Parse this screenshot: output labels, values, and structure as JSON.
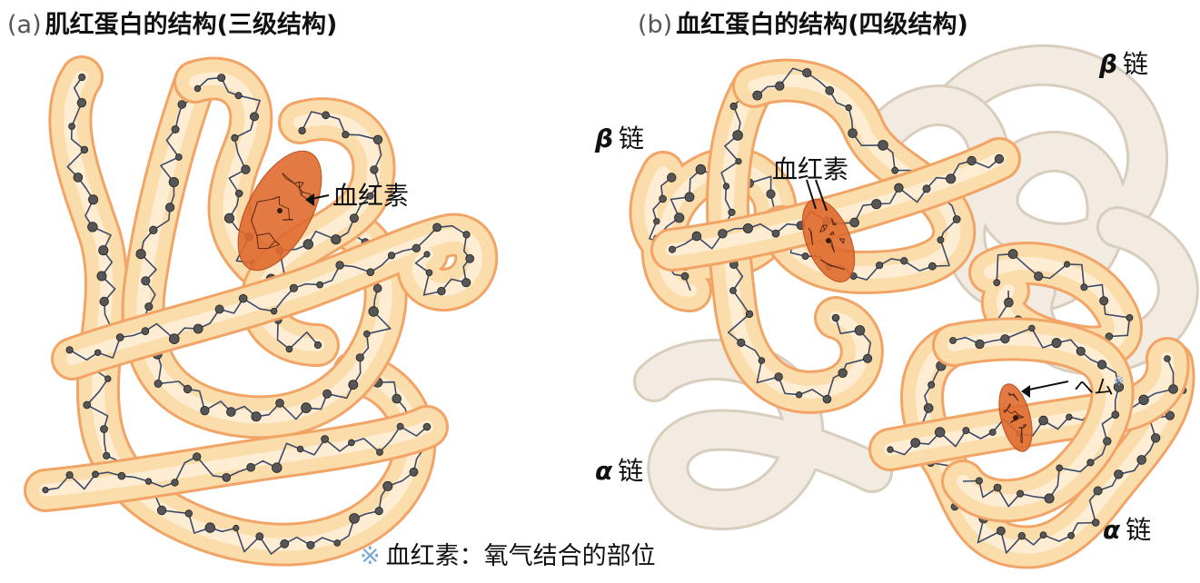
{
  "panel_a": {
    "prefix": "(a)",
    "title": "肌红蛋白的结构(三级结构)",
    "heme_label": "血红素"
  },
  "panel_b": {
    "prefix": "(b)",
    "title": "血红蛋白的结构(四级结构)",
    "heme_label": "血红素",
    "heme_label_2": "ヘム",
    "chain_labels": {
      "beta_left": {
        "greek": "β",
        "text": "链"
      },
      "beta_right": {
        "greek": "β",
        "text": "链"
      },
      "alpha_left": {
        "greek": "α",
        "text": "链"
      },
      "alpha_right": {
        "greek": "α",
        "text": "链"
      }
    }
  },
  "footnote": {
    "symbol": "※",
    "text": "血红素：氧气结合的部位"
  },
  "colors": {
    "tube_outline": "#f1a466",
    "tube_fill": "#fbdcab",
    "ghost_tube": "#e6ddd0",
    "heme": "#e06b2f",
    "chain_line": "#3c4a6a",
    "residue_bead": "#565656",
    "footnote_mark": "#7aa6d6"
  }
}
